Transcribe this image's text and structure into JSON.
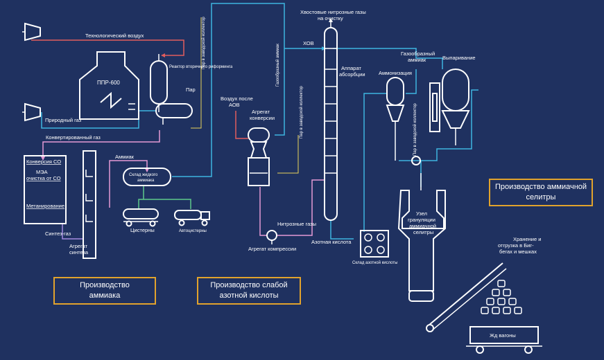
{
  "colors": {
    "background": "#1f3160",
    "equipment": "#ffffff",
    "accent_cyan": "#3fb6e0",
    "accent_red": "#e25d5d",
    "accent_pink": "#e59ad6",
    "accent_purple": "#a48be0",
    "accent_yellow": "#e8d25a",
    "accent_green": "#5fc98a",
    "section_border": "#e2a32c"
  },
  "sections": {
    "ammonia": "Производство аммиака",
    "nitric_acid": "Производство слабой азотной кислоты",
    "ammonium_nitrate": "Производство аммиачной селитры"
  },
  "labels": {
    "tech_air": "Технологический воздух",
    "ppr": "ППР-600",
    "reformer": "Реактор вторичного риформинга",
    "steam": "Пар",
    "natural_gas": "Природный газ",
    "converted_gas": "Конвертированный газ",
    "co_conversion": "Конверсия СО",
    "mea_1": "МЭА",
    "mea_2": "очистка от СО",
    "methanation": "Метанирование",
    "synthesis_gas": "Синтез-газ",
    "synthesis_unit_1": "Агрегат",
    "synthesis_unit_2": "синтеза",
    "ammonia": "Аммиак",
    "storage_1": "Склад жидкого",
    "storage_2": "аммиака",
    "tanks": "Цистерны",
    "trucks": "Автоцистерны",
    "steam_collector": "Пар в заводской коллектор",
    "gaseous_ammonia": "Газообразный аммиак",
    "air_after_1": "Воздух после",
    "air_after_2": "АОВ",
    "converter_1": "Агрегат",
    "converter_2": "конверсии",
    "nitrous_gases": "Нитрозные газы",
    "compressor": "Агрегат компрессии",
    "tail_gas_1": "Хвостовые нитрозные газы",
    "tail_gas_2": "на очистку",
    "hov": "ХОВ",
    "absorber_1": "Аппарат",
    "absorber_2": "абсорбции",
    "nitric_acid": "Азотная кислота",
    "acid_storage": "Склад азотной кислоты",
    "gaseous_ammonia_2a": "Газообразный",
    "gaseous_ammonia_2b": "аммиак",
    "ammonization": "Аммонизация",
    "evaporation": "Выпаривание",
    "granulation_1": "Узел",
    "granulation_2": "грануляции",
    "granulation_3": "аммиачной",
    "granulation_4": "селитры",
    "shipping_1": "Хранение и",
    "shipping_2": "отгрузка в Биг-",
    "shipping_3": "бегах и мешках",
    "rail_cars": "Жд вагоны"
  }
}
